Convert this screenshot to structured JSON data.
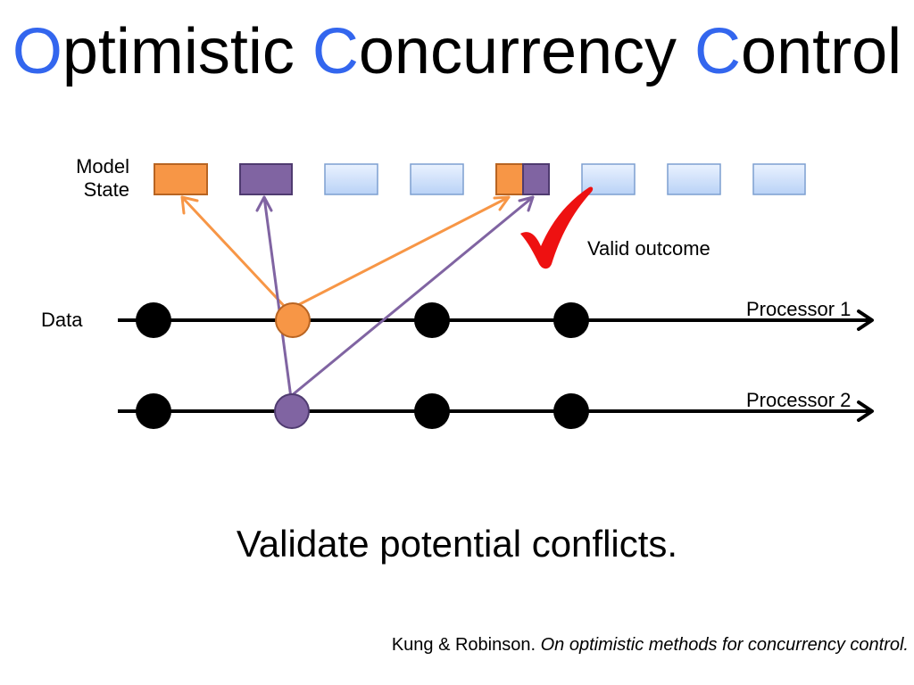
{
  "title": {
    "parts": [
      {
        "cap": "O",
        "rest": "ptimistic "
      },
      {
        "cap": "C",
        "rest": "oncurrency "
      },
      {
        "cap": "C",
        "rest": "ontrol"
      }
    ],
    "cap_color": "#3366ee"
  },
  "labels": {
    "model_line1": "Model",
    "model_line2": "State",
    "data": "Data",
    "valid_outcome": "Valid outcome",
    "processor1": "Processor 1",
    "processor2": "Processor 2"
  },
  "subtitle": "Validate potential conflicts.",
  "citation": {
    "authors": "Kung & Robinson. ",
    "title": "On optimistic methods for concurrency control."
  },
  "colors": {
    "orange": "#f79646",
    "purple": "#8064a2",
    "light_blue": "#c6daf7",
    "check_red": "#ee1111"
  },
  "icons": [
    "checkmark-icon"
  ]
}
